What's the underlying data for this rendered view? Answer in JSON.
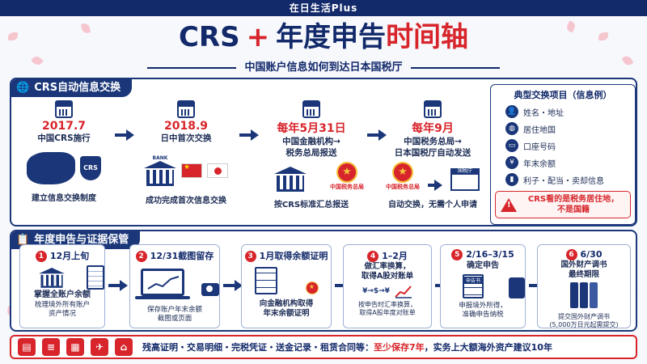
{
  "brand": "在日生活Plus",
  "title": {
    "part1": "CRS",
    "plus": "+",
    "part2": "年度申告",
    "part3": "时间轴"
  },
  "subtitle": "中国账户信息如何到达日本国税厅",
  "crs_section": {
    "title": "CRS自动信息交换",
    "steps": [
      {
        "date": "2017.7",
        "desc": "中国CRS施行",
        "caption": "建立信息交换制度"
      },
      {
        "date": "2018.9",
        "desc": "日中首次交换",
        "caption": "成功完成首次信息交换",
        "bank_label": "BANK"
      },
      {
        "date": "每年5月31日",
        "desc": "中国金融机构→\n税务总局报送",
        "caption": "按CRS标准汇总报送",
        "emblem_label": "中国税务总局"
      },
      {
        "date": "每年9月",
        "desc": "中国税务总局→\n日本国税厅自动发送",
        "caption": "自动交换，无需个人申请",
        "emblem_label": "中国税务总局",
        "building_label": "国税庁"
      }
    ],
    "shield_label": "CRS"
  },
  "exchange_box": {
    "title": "典型交换项目（信息例）",
    "items": [
      {
        "icon": "person-icon",
        "label": "姓名・地址"
      },
      {
        "icon": "globe-icon",
        "label": "居住地国"
      },
      {
        "icon": "card-icon",
        "label": "口座号码"
      },
      {
        "icon": "yen-icon",
        "label": "年末余额"
      },
      {
        "icon": "chart-icon",
        "label": "利子・配当・卖却信息"
      }
    ],
    "warning": "CRS看的是税务居住地，\n不是国籍"
  },
  "annual_section": {
    "title": "年度申告与证据保管",
    "steps": [
      {
        "num": "1",
        "date": "12月上旬",
        "desc": "掌握全账户余额",
        "caption": "梳理境外所有账户\n资产情况"
      },
      {
        "num": "2",
        "date": "12/31截图留存",
        "desc": "",
        "caption": "保存账户年末余额\n截图或页面"
      },
      {
        "num": "3",
        "date": "1月取得余额证明",
        "desc": "",
        "caption": "向金融机构取得\n年末余额证明"
      },
      {
        "num": "4",
        "date": "1–2月",
        "desc": "做汇率换算，\n取得A股对账单",
        "caption": "按申告时汇率换算，\n取得A股年度对账单",
        "fx_label": "¥→$→¥"
      },
      {
        "num": "5",
        "date": "2/16–3/15",
        "desc": "确定申告",
        "caption": "申报境外所得，\n准确申告纳税",
        "doc_label": "申告书"
      },
      {
        "num": "6",
        "date": "6/30",
        "desc": "国外财产调书\n最终期限",
        "caption": "提交国外财产调书\n(5,000万日元起需提交)"
      }
    ]
  },
  "bottom": {
    "text": "残高证明・交易明细・完税凭证・送金记录・租赁合同等：",
    "highlight": "至少保存7年",
    "text2": "，实务上大额海外资产建议10年"
  },
  "colors": {
    "navy": "#12296a",
    "red": "#d7252b",
    "accent": "#1b3779"
  }
}
